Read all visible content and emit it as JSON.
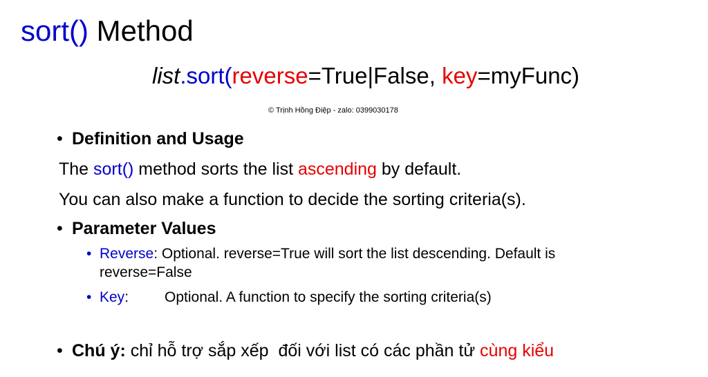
{
  "title": {
    "func": "sort()",
    "rest": " Method"
  },
  "signature": {
    "obj": "list",
    "dot_method": ".sort(",
    "param1": "reverse",
    "param1_value": "=True|False, ",
    "param2": "key",
    "param2_value": "=myFunc)"
  },
  "copyright": "© Trịnh Hồng Điệp - zalo: 0399030178",
  "definition": {
    "heading": "Definition and Usage",
    "line1": {
      "pre": "The ",
      "method": "sort()",
      "mid": " method sorts the list ",
      "highlight": "ascending",
      "post": " by default."
    },
    "line2": "You can also make a function to decide the sorting criteria(s)."
  },
  "parameters": {
    "heading": "Parameter Values",
    "reverse": {
      "name": "Reverse",
      "desc": ": Optional. reverse=True will sort the list descending. Default is reverse=False"
    },
    "key": {
      "name": "Key",
      "colon": ":",
      "desc": "Optional. A function to specify the sorting criteria(s)"
    }
  },
  "note": {
    "label": "Chú ý:",
    "text": " chỉ hỗ trợ sắp xếp  đối với list có các phần tử ",
    "highlight": "cùng kiểu"
  },
  "bullet_char": "•",
  "colors": {
    "blue": "#0000cc",
    "red": "#e60000"
  }
}
